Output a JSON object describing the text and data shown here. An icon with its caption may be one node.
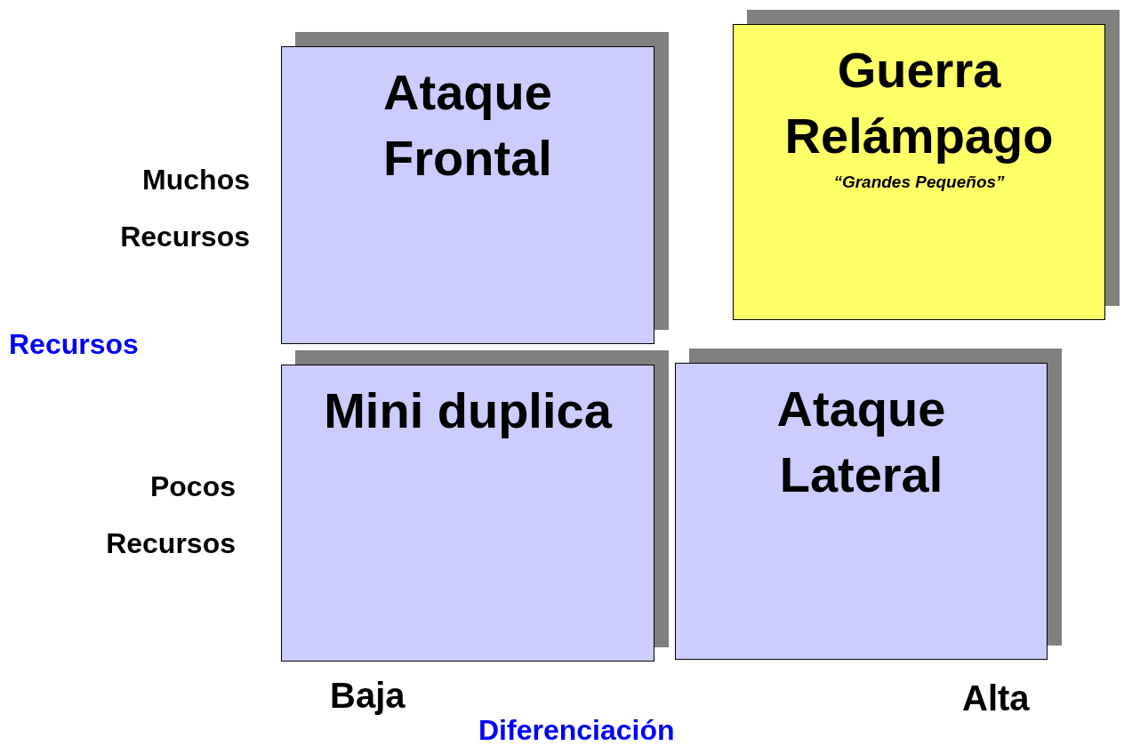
{
  "diagram": {
    "nodes": [
      {
        "text": [
          "Ataque Frontal"
        ]
      },
      {
        "text": [
          "Guerra Relámpago",
          "“Grandes Pequeños”"
        ]
      },
      {
        "text": [
          "Mini duplica"
        ]
      },
      {
        "text": [
          "Ataque Lateral"
        ]
      }
    ],
    "edges": [],
    "labels": [
      "Muchos",
      "Recursos",
      "Recursos",
      "Pocos",
      "Recursos",
      "Baja",
      "Alta",
      "Diferenciación"
    ]
  }
}
